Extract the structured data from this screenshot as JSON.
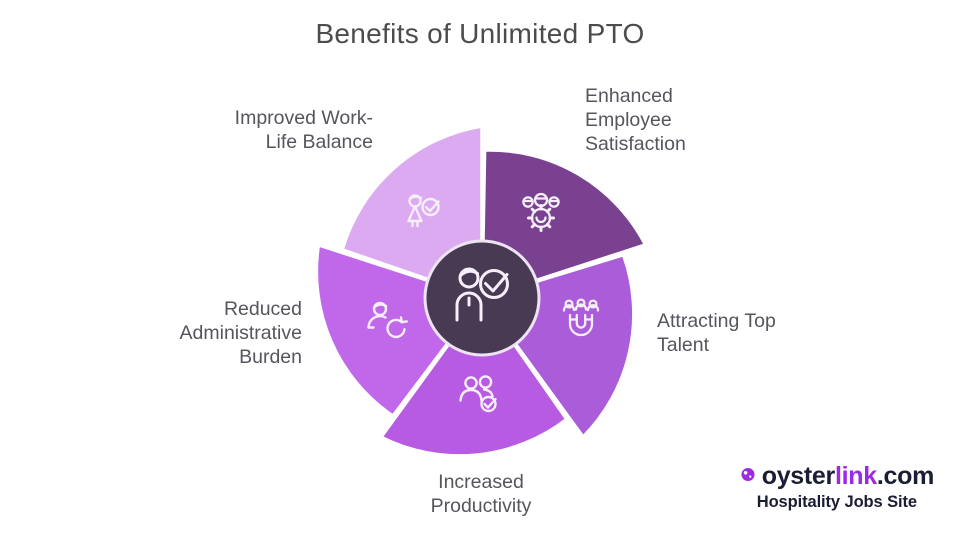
{
  "title": "Benefits of Unlimited PTO",
  "diagram": {
    "icon_color": "#f6eefb",
    "center": {
      "color": "#483a52",
      "ring_color": "#ece3f3",
      "icon": "person-check-icon"
    },
    "segments": [
      {
        "name": "improved-work-life-balance",
        "lines": [
          "Improved Work-",
          "Life Balance"
        ],
        "color": "#dcaaf0",
        "icon": "person-check-icon"
      },
      {
        "name": "enhanced-employee-satisfaction",
        "lines": [
          "Enhanced",
          "Employee",
          "Satisfaction"
        ],
        "color": "#7b4191",
        "icon": "team-gear-icon"
      },
      {
        "name": "attracting-top-talent",
        "lines": [
          "Attracting Top",
          "Talent"
        ],
        "color": "#ab5cd8",
        "icon": "magnet-people-icon"
      },
      {
        "name": "increased-productivity",
        "lines": [
          "Increased",
          "Productivity"
        ],
        "color": "#b75ce2",
        "icon": "team-check-icon"
      },
      {
        "name": "reduced-administrative-burden",
        "lines": [
          "Reduced",
          "Administrative",
          "Burden"
        ],
        "color": "#c168ea",
        "icon": "person-refresh-icon"
      }
    ]
  },
  "brand": {
    "word_oyster": "oyster",
    "word_link": "link",
    "word_com": ".com",
    "tagline": "Hospitality Jobs Site",
    "accent_color": "#9d2ae3",
    "text_color": "#1b1d33"
  }
}
